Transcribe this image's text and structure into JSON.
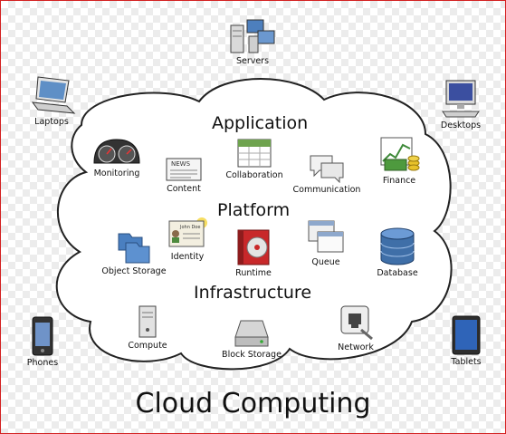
{
  "title": "Cloud Computing",
  "layers": {
    "application": "Application",
    "platform": "Platform",
    "infrastructure": "Infrastructure"
  },
  "devices": {
    "servers": "Servers",
    "laptops": "Laptops",
    "desktops": "Desktops",
    "phones": "Phones",
    "tablets": "Tablets"
  },
  "application_items": {
    "monitoring": "Monitoring",
    "content": "Content",
    "collaboration": "Collaboration",
    "communication": "Communication",
    "finance": "Finance"
  },
  "platform_items": {
    "object_storage": "Object Storage",
    "identity": "Identity",
    "identity_card_name": "John Doe",
    "runtime": "Runtime",
    "queue": "Queue",
    "database": "Database"
  },
  "infrastructure_items": {
    "compute": "Compute",
    "block_storage": "Block Storage",
    "network": "Network"
  },
  "content_icon_text": "NEWS",
  "colors": {
    "frame_border": "#d42020",
    "cloud_fill": "#ffffff",
    "cloud_stroke": "#222222",
    "accent_blue": "#3f6fa8",
    "accent_green": "#3f8a3a",
    "accent_red": "#c8282a",
    "accent_gold": "#e8c22a"
  }
}
